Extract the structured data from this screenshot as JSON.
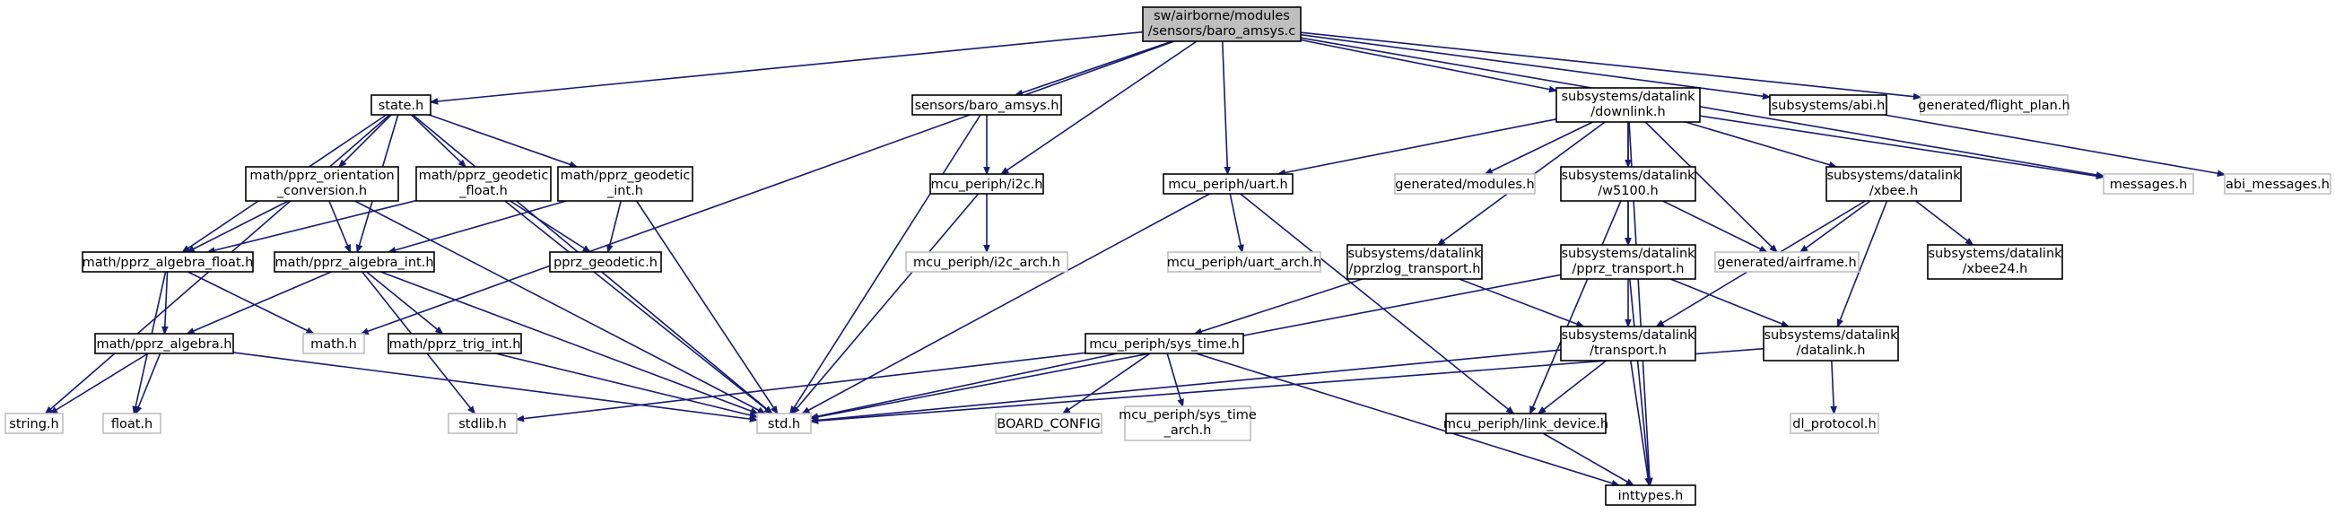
{
  "colors": {
    "edge": "#191970",
    "node_border": "#000000",
    "node_border_gray": "#bfbfbf",
    "root_fill": "#bfbfbf",
    "node_fill": "#ffffff",
    "text": "#000000"
  },
  "nodes": [
    {
      "id": "root",
      "lines": [
        "sw/airborne/modules",
        "/sensors/baro_amsys.c"
      ],
      "style": "root"
    },
    {
      "id": "state",
      "lines": [
        "state.h"
      ],
      "style": "normal"
    },
    {
      "id": "sensors_baro",
      "lines": [
        "sensors/baro_amsys.h"
      ],
      "style": "normal"
    },
    {
      "id": "downlink",
      "lines": [
        "subsystems/datalink",
        "/downlink.h"
      ],
      "style": "normal"
    },
    {
      "id": "abi",
      "lines": [
        "subsystems/abi.h"
      ],
      "style": "normal"
    },
    {
      "id": "flight_plan",
      "lines": [
        "generated/flight_plan.h"
      ],
      "style": "gray"
    },
    {
      "id": "orientation",
      "lines": [
        "math/pprz_orientation",
        "_conversion.h"
      ],
      "style": "normal"
    },
    {
      "id": "geodetic_float",
      "lines": [
        "math/pprz_geodetic",
        "_float.h"
      ],
      "style": "normal"
    },
    {
      "id": "geodetic_int",
      "lines": [
        "math/pprz_geodetic",
        "_int.h"
      ],
      "style": "normal"
    },
    {
      "id": "i2c",
      "lines": [
        "mcu_periph/i2c.h"
      ],
      "style": "normal"
    },
    {
      "id": "uart",
      "lines": [
        "mcu_periph/uart.h"
      ],
      "style": "normal"
    },
    {
      "id": "gen_modules",
      "lines": [
        "generated/modules.h"
      ],
      "style": "gray"
    },
    {
      "id": "w5100",
      "lines": [
        "subsystems/datalink",
        "/w5100.h"
      ],
      "style": "normal"
    },
    {
      "id": "xbee",
      "lines": [
        "subsystems/datalink",
        "/xbee.h"
      ],
      "style": "normal"
    },
    {
      "id": "messages",
      "lines": [
        "messages.h"
      ],
      "style": "gray"
    },
    {
      "id": "abi_messages",
      "lines": [
        "abi_messages.h"
      ],
      "style": "gray"
    },
    {
      "id": "algebra_float",
      "lines": [
        "math/pprz_algebra_float.h"
      ],
      "style": "normal"
    },
    {
      "id": "algebra_int",
      "lines": [
        "math/pprz_algebra_int.h"
      ],
      "style": "normal"
    },
    {
      "id": "pprz_geodetic",
      "lines": [
        "pprz_geodetic.h"
      ],
      "style": "normal"
    },
    {
      "id": "i2c_arch",
      "lines": [
        "mcu_periph/i2c_arch.h"
      ],
      "style": "gray"
    },
    {
      "id": "uart_arch",
      "lines": [
        "mcu_periph/uart_arch.h"
      ],
      "style": "gray"
    },
    {
      "id": "pprzlog",
      "lines": [
        "subsystems/datalink",
        "/pprzlog_transport.h"
      ],
      "style": "normal"
    },
    {
      "id": "pprz_transport",
      "lines": [
        "subsystems/datalink",
        "/pprz_transport.h"
      ],
      "style": "normal"
    },
    {
      "id": "airframe",
      "lines": [
        "generated/airframe.h"
      ],
      "style": "gray"
    },
    {
      "id": "xbee24",
      "lines": [
        "subsystems/datalink",
        "/xbee24.h"
      ],
      "style": "normal"
    },
    {
      "id": "algebra",
      "lines": [
        "math/pprz_algebra.h"
      ],
      "style": "normal"
    },
    {
      "id": "math_h",
      "lines": [
        "math.h"
      ],
      "style": "gray"
    },
    {
      "id": "trig_int",
      "lines": [
        "math/pprz_trig_int.h"
      ],
      "style": "normal"
    },
    {
      "id": "sys_time",
      "lines": [
        "mcu_periph/sys_time.h"
      ],
      "style": "normal"
    },
    {
      "id": "transport",
      "lines": [
        "subsystems/datalink",
        "/transport.h"
      ],
      "style": "normal"
    },
    {
      "id": "datalink",
      "lines": [
        "subsystems/datalink",
        "/datalink.h"
      ],
      "style": "normal"
    },
    {
      "id": "string_h",
      "lines": [
        "string.h"
      ],
      "style": "gray"
    },
    {
      "id": "float_h",
      "lines": [
        "float.h"
      ],
      "style": "gray"
    },
    {
      "id": "stdlib_h",
      "lines": [
        "stdlib.h"
      ],
      "style": "gray"
    },
    {
      "id": "std_h",
      "lines": [
        "std.h"
      ],
      "style": "gray"
    },
    {
      "id": "board_config",
      "lines": [
        "BOARD_CONFIG"
      ],
      "style": "gray"
    },
    {
      "id": "sys_time_arch",
      "lines": [
        "mcu_periph/sys_time",
        "_arch.h"
      ],
      "style": "gray"
    },
    {
      "id": "link_device",
      "lines": [
        "mcu_periph/link_device.h"
      ],
      "style": "normal"
    },
    {
      "id": "dl_protocol",
      "lines": [
        "dl_protocol.h"
      ],
      "style": "gray"
    },
    {
      "id": "inttypes",
      "lines": [
        "inttypes.h"
      ],
      "style": "normal"
    }
  ],
  "edges": [
    [
      "root",
      "state"
    ],
    [
      "root",
      "sensors_baro"
    ],
    [
      "root",
      "i2c"
    ],
    [
      "root",
      "uart"
    ],
    [
      "root",
      "downlink"
    ],
    [
      "root",
      "abi"
    ],
    [
      "root",
      "flight_plan"
    ],
    [
      "root",
      "messages"
    ],
    [
      "root",
      "math_h"
    ],
    [
      "state",
      "orientation"
    ],
    [
      "state",
      "geodetic_float"
    ],
    [
      "state",
      "geodetic_int"
    ],
    [
      "state",
      "algebra_float"
    ],
    [
      "state",
      "algebra_int"
    ],
    [
      "state",
      "string_h"
    ],
    [
      "state",
      "std_h"
    ],
    [
      "orientation",
      "algebra_float"
    ],
    [
      "orientation",
      "algebra_int"
    ],
    [
      "orientation",
      "std_h"
    ],
    [
      "geodetic_float",
      "algebra_float"
    ],
    [
      "geodetic_float",
      "pprz_geodetic"
    ],
    [
      "geodetic_float",
      "std_h"
    ],
    [
      "geodetic_int",
      "algebra_int"
    ],
    [
      "geodetic_int",
      "pprz_geodetic"
    ],
    [
      "geodetic_int",
      "std_h"
    ],
    [
      "algebra_float",
      "algebra"
    ],
    [
      "algebra_float",
      "math_h"
    ],
    [
      "algebra_float",
      "float_h"
    ],
    [
      "algebra_int",
      "algebra"
    ],
    [
      "algebra_int",
      "trig_int"
    ],
    [
      "algebra_int",
      "stdlib_h"
    ],
    [
      "algebra_int",
      "std_h"
    ],
    [
      "algebra",
      "string_h"
    ],
    [
      "algebra",
      "float_h"
    ],
    [
      "algebra",
      "std_h"
    ],
    [
      "trig_int",
      "std_h"
    ],
    [
      "sensors_baro",
      "i2c"
    ],
    [
      "sensors_baro",
      "std_h"
    ],
    [
      "i2c",
      "i2c_arch"
    ],
    [
      "i2c",
      "std_h"
    ],
    [
      "uart",
      "uart_arch"
    ],
    [
      "uart",
      "std_h"
    ],
    [
      "uart",
      "link_device"
    ],
    [
      "downlink",
      "uart"
    ],
    [
      "downlink",
      "gen_modules"
    ],
    [
      "downlink",
      "w5100"
    ],
    [
      "downlink",
      "xbee"
    ],
    [
      "downlink",
      "pprzlog"
    ],
    [
      "downlink",
      "pprz_transport"
    ],
    [
      "downlink",
      "airframe"
    ],
    [
      "downlink",
      "messages"
    ],
    [
      "downlink",
      "inttypes"
    ],
    [
      "abi",
      "abi_messages"
    ],
    [
      "w5100",
      "pprz_transport"
    ],
    [
      "w5100",
      "airframe"
    ],
    [
      "w5100",
      "link_device"
    ],
    [
      "xbee",
      "airframe"
    ],
    [
      "xbee",
      "xbee24"
    ],
    [
      "xbee",
      "transport"
    ],
    [
      "xbee",
      "datalink"
    ],
    [
      "pprzlog",
      "sys_time"
    ],
    [
      "pprzlog",
      "transport"
    ],
    [
      "pprz_transport",
      "transport"
    ],
    [
      "pprz_transport",
      "datalink"
    ],
    [
      "pprz_transport",
      "std_h"
    ],
    [
      "pprz_transport",
      "inttypes"
    ],
    [
      "sys_time",
      "std_h"
    ],
    [
      "sys_time",
      "stdlib_h"
    ],
    [
      "sys_time",
      "board_config"
    ],
    [
      "sys_time",
      "sys_time_arch"
    ],
    [
      "sys_time",
      "inttypes"
    ],
    [
      "transport",
      "std_h"
    ],
    [
      "transport",
      "link_device"
    ],
    [
      "transport",
      "inttypes"
    ],
    [
      "datalink",
      "std_h"
    ],
    [
      "datalink",
      "dl_protocol"
    ],
    [
      "link_device",
      "inttypes"
    ]
  ]
}
